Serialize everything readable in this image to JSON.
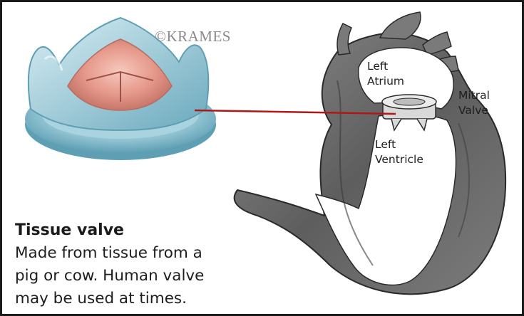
{
  "copyright": "©KRAMES",
  "labels": {
    "left_atrium": [
      "Left",
      "Atrium"
    ],
    "mitral_valve": [
      "Mitral",
      "Valve"
    ],
    "left_ventricle": [
      "Left",
      "Ventricle"
    ]
  },
  "caption": {
    "title": "Tissue valve",
    "lines": [
      "Made from tissue from a",
      "pig or cow. Human valve",
      "may be used at times."
    ]
  },
  "colors": {
    "frame": "#1a1a1a",
    "pointer_line": "#b01818",
    "valve_blue": "#9ccbd8",
    "valve_pink": "#e59a8e",
    "heart_gray": "#6f6f6f"
  },
  "icons": [
    "tissue-valve-illustration",
    "heart-cross-section-illustration"
  ]
}
